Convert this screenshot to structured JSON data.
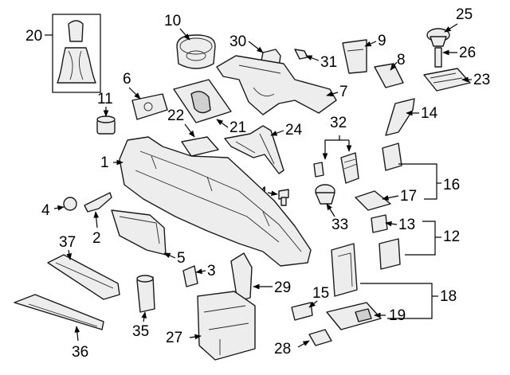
{
  "callouts": {
    "c1": "1",
    "c2": "2",
    "c3": "3",
    "c4": "4",
    "c5": "5",
    "c6": "6",
    "c7": "7",
    "c8": "8",
    "c9": "9",
    "c10": "10",
    "c11": "11",
    "c12": "12",
    "c13": "13",
    "c14": "14",
    "c15": "15",
    "c16": "16",
    "c17": "17",
    "c18": "18",
    "c19": "19",
    "c20": "20",
    "c21": "21",
    "c22": "22",
    "c23": "23",
    "c24": "24",
    "c25": "25",
    "c26": "26",
    "c27": "27",
    "c28": "28",
    "c29": "29",
    "c30": "30",
    "c31": "31",
    "c32": "32",
    "c33": "33",
    "c34": "34",
    "c35": "35",
    "c36": "36",
    "c37": "37"
  }
}
